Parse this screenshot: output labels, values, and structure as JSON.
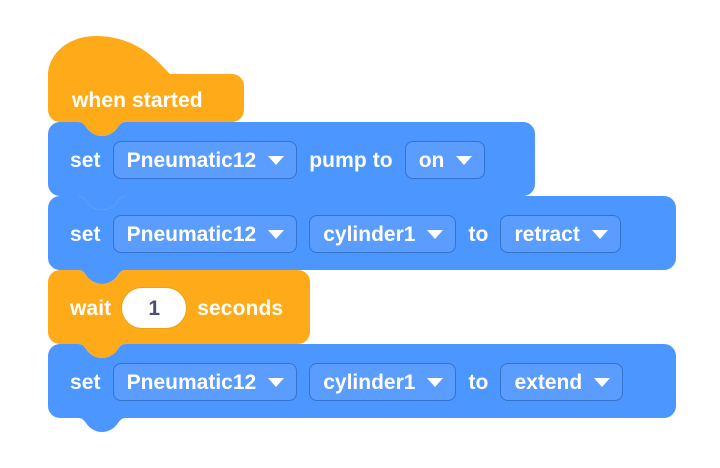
{
  "workspace": {
    "name": "vexcode-block-workspace",
    "background_color": "#ffffff",
    "colors": {
      "event_block": "#ffab19",
      "event_block_border": "#e8a21a",
      "device_block": "#4c97ff",
      "device_block_border": "#3373cc",
      "field_fill": "#5a9dff",
      "field_border": "#3373cc",
      "number_field_fill": "#ffffff",
      "number_text": "#4a4f6e",
      "label_text": "#ffffff"
    }
  },
  "script": {
    "blocks": [
      {
        "id": "when-started",
        "type": "hat",
        "category": "event",
        "label": "when started"
      },
      {
        "id": "set-pump",
        "type": "stack",
        "category": "pneumatic",
        "prefix": "set",
        "device": "Pneumatic12",
        "middle": "pump to",
        "value": "on"
      },
      {
        "id": "set-cylinder-retract",
        "type": "stack",
        "category": "pneumatic",
        "prefix": "set",
        "device": "Pneumatic12",
        "port": "cylinder1",
        "middle": "to",
        "value": "retract"
      },
      {
        "id": "wait-seconds",
        "type": "stack",
        "category": "control",
        "prefix": "wait",
        "number": "1",
        "suffix": "seconds"
      },
      {
        "id": "set-cylinder-extend",
        "type": "stack",
        "category": "pneumatic",
        "prefix": "set",
        "device": "Pneumatic12",
        "port": "cylinder1",
        "middle": "to",
        "value": "extend"
      }
    ]
  },
  "icons": {
    "dropdown_caret": "chevron-down-icon"
  }
}
